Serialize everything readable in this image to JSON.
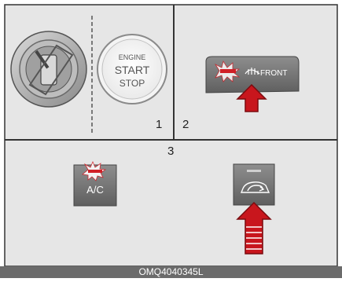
{
  "panels": {
    "panel1": {
      "number": "1",
      "button_lines": [
        "ENGINE",
        "START",
        "STOP"
      ]
    },
    "panel2": {
      "number": "2",
      "button_label": "FRONT"
    },
    "panel3": {
      "number": "3",
      "ac_label": "A/C"
    }
  },
  "caption": "OMQ4040345L",
  "colors": {
    "panel_bg": "#e6e6e6",
    "border": "#3a3a3a",
    "arrow_red": "#c8161d",
    "indicator_red": "#d01f26",
    "button_gray": "#7a7a7a"
  }
}
